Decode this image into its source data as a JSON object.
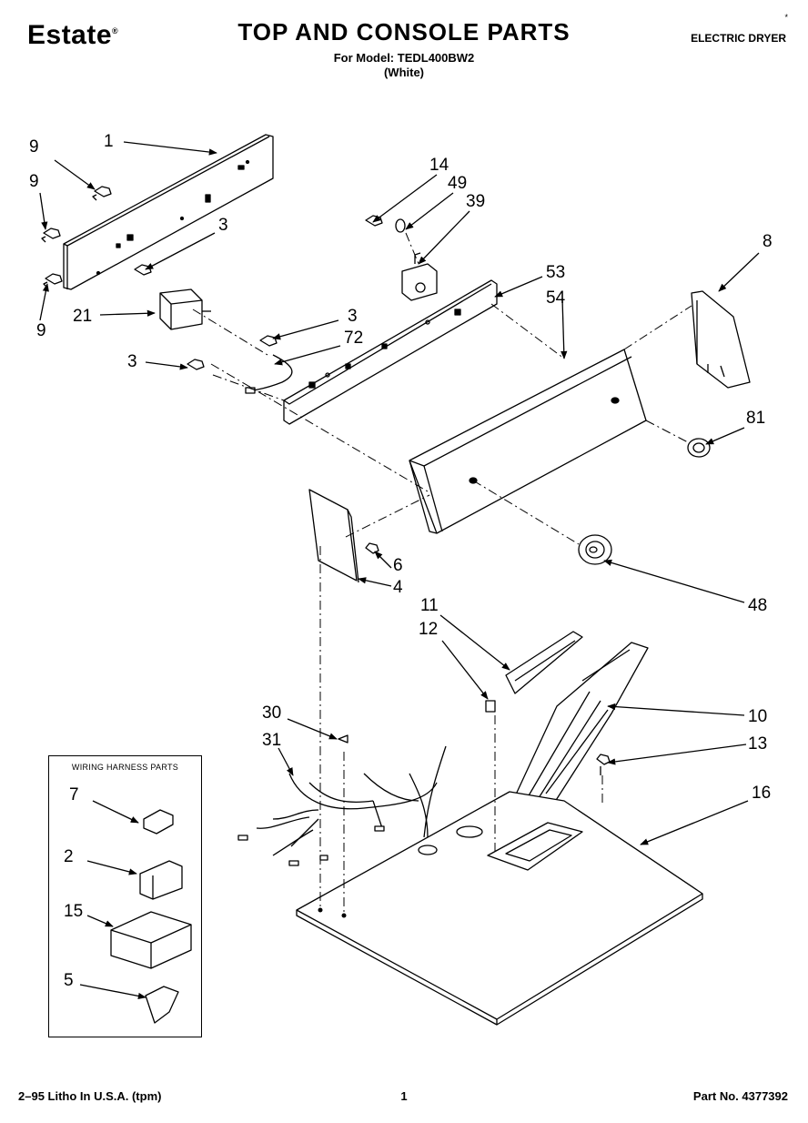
{
  "header": {
    "brand": "Estate",
    "brand_mark": "®",
    "title": "TOP AND CONSOLE PARTS",
    "model_line": "For Model: TEDL400BW2",
    "color_line": "(White)",
    "doc_type": "ELECTRIC DRYER",
    "corner_mark": "*"
  },
  "footer": {
    "litho": "2–95 Litho In U.S.A. (tpm)",
    "page": "1",
    "part_no": "Part No. 4377392"
  },
  "harness_box": {
    "title": "WIRING HARNESS PARTS"
  },
  "callouts": {
    "c1": "1",
    "c9a": "9",
    "c9b": "9",
    "c9c": "9",
    "c3a": "3",
    "c21": "21",
    "c3b": "3",
    "c72": "72",
    "c3c": "3",
    "c14": "14",
    "c49": "49",
    "c39": "39",
    "c53": "53",
    "c54": "54",
    "c8": "8",
    "c81": "81",
    "c6": "6",
    "c4": "4",
    "c48": "48",
    "c11": "11",
    "c12": "12",
    "c10": "10",
    "c13": "13",
    "c16": "16",
    "c30": "30",
    "c31": "31",
    "c7": "7",
    "c2": "2",
    "c15": "15",
    "c5": "5"
  }
}
